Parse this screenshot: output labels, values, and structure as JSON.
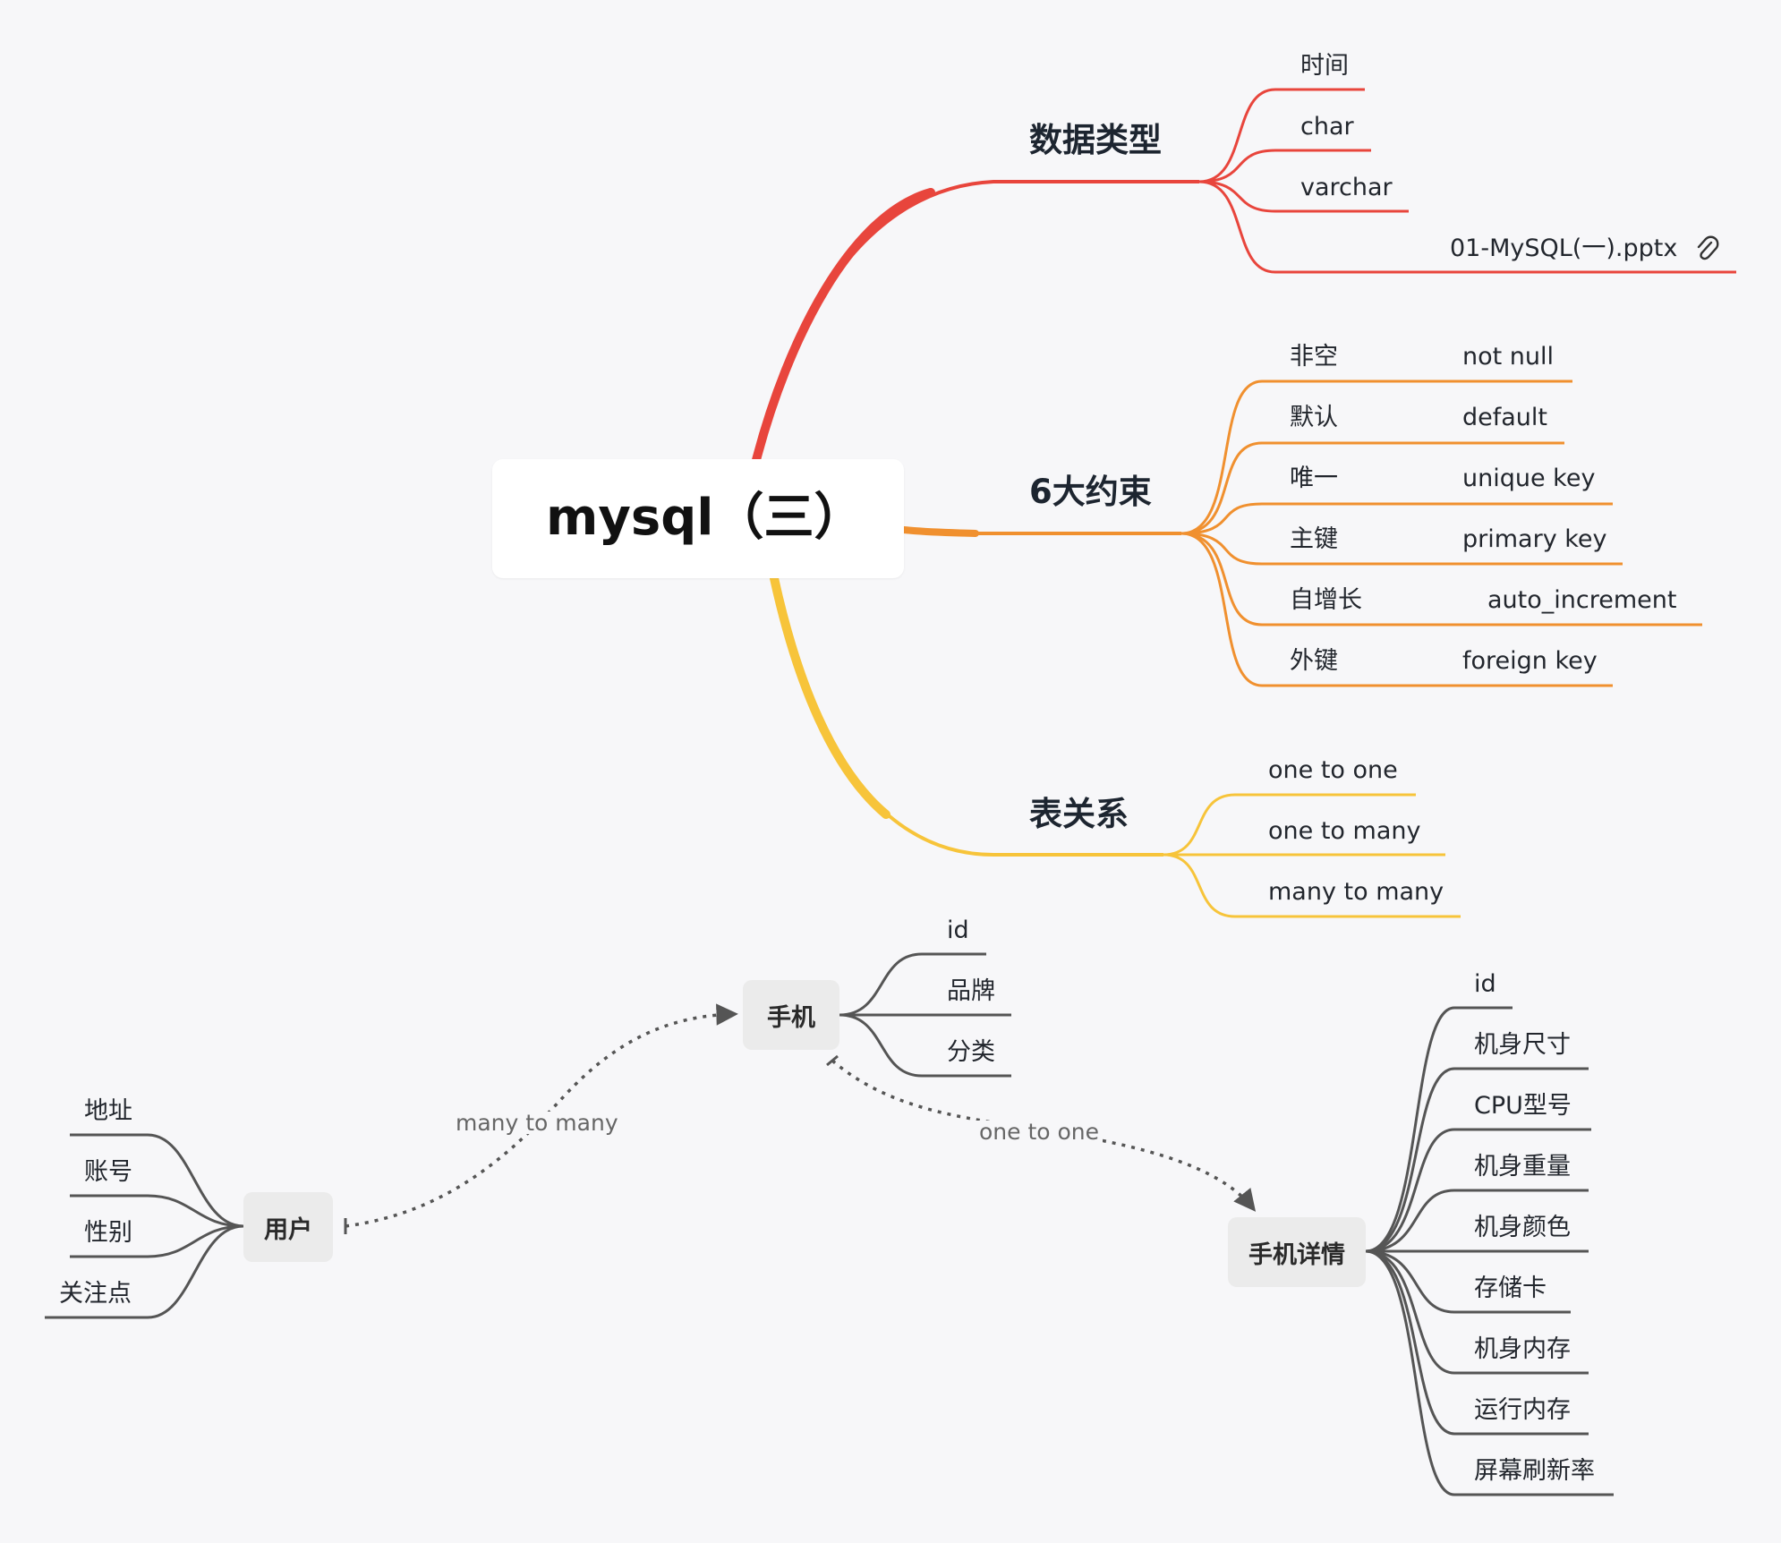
{
  "center": {
    "title": "mysql（三）"
  },
  "branches": {
    "datatypes": {
      "label": "数据类型",
      "color": "#e8453c",
      "items": [
        "时间",
        "char",
        "varchar",
        "01-MySQL(一).pptx"
      ],
      "attachment_icon": "paperclip-icon"
    },
    "constraints": {
      "label": "6大约束",
      "color": "#f0902f",
      "items": [
        {
          "name": "非空",
          "value": "not null"
        },
        {
          "name": "默认",
          "value": "default"
        },
        {
          "name": "唯一",
          "value": "unique key"
        },
        {
          "name": "主键",
          "value": "primary key"
        },
        {
          "name": "自增长",
          "value": "auto_increment"
        },
        {
          "name": "外键",
          "value": "foreign key"
        }
      ]
    },
    "relations": {
      "label": "表关系",
      "color": "#f7c43a",
      "items": [
        "one to one",
        "one  to many",
        "many to many"
      ]
    }
  },
  "diagram": {
    "phone": {
      "label": "手机",
      "items": [
        "id",
        "品牌",
        "分类"
      ]
    },
    "user": {
      "label": "用户",
      "items": [
        "地址",
        "账号",
        "性别",
        "关注点"
      ]
    },
    "detail": {
      "label": "手机详情",
      "items": [
        "id",
        "机身尺寸",
        "CPU型号",
        "机身重量",
        "机身颜色",
        "存储卡",
        "机身内存",
        "运行内存",
        "屏幕刷新率"
      ]
    },
    "rel_user_phone": "many to many",
    "rel_phone_detail": "one  to one",
    "line_color": "#555555"
  }
}
